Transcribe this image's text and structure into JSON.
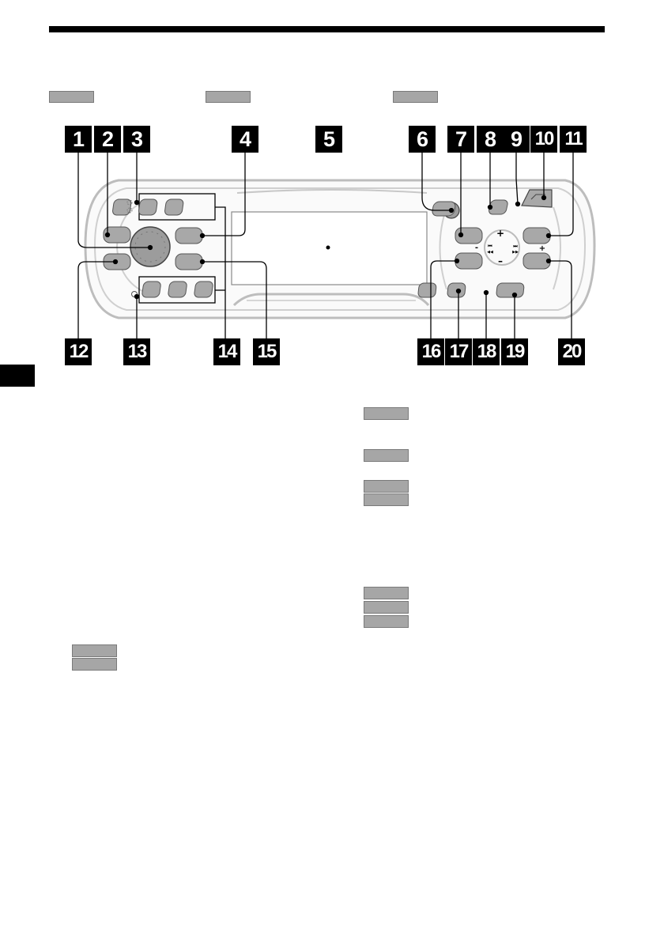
{
  "callouts": [
    "1",
    "2",
    "3",
    "4",
    "5",
    "6",
    "7",
    "8",
    "9",
    "10",
    "11",
    "12",
    "13",
    "14",
    "15",
    "16",
    "17",
    "18",
    "19",
    "20"
  ],
  "panel_glyphs": {
    "plus": "+",
    "minus": "–",
    "prev": "⏮",
    "rew": "◀◀",
    "next": "⏭",
    "ff": "▶▶",
    "vol_minus": "-",
    "vol_plus": "+"
  }
}
